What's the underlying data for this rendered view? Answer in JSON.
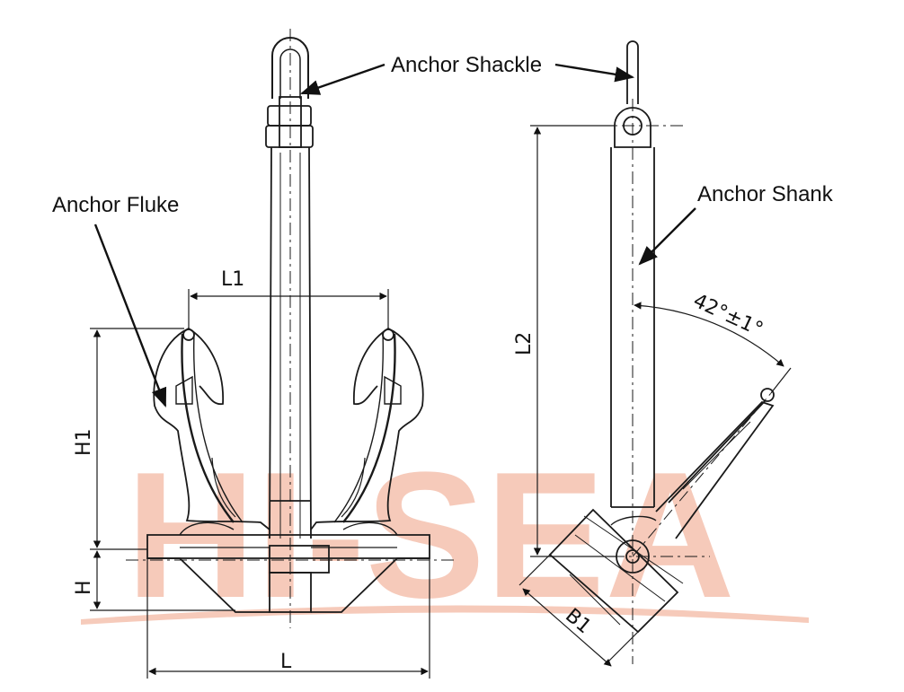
{
  "callouts": {
    "shackle": "Anchor Shackle",
    "fluke": "Anchor Fluke",
    "shank": "Anchor Shank"
  },
  "dimensions": {
    "L": "L",
    "L1": "L1",
    "H": "H",
    "H1": "H1",
    "L2": "L2",
    "B1": "B1",
    "angle": "42°±1°"
  },
  "watermark": {
    "text": "HI-SEA",
    "color": "#f3b9a4"
  },
  "colors": {
    "line": "#1a1a1a",
    "background": "#ffffff"
  }
}
